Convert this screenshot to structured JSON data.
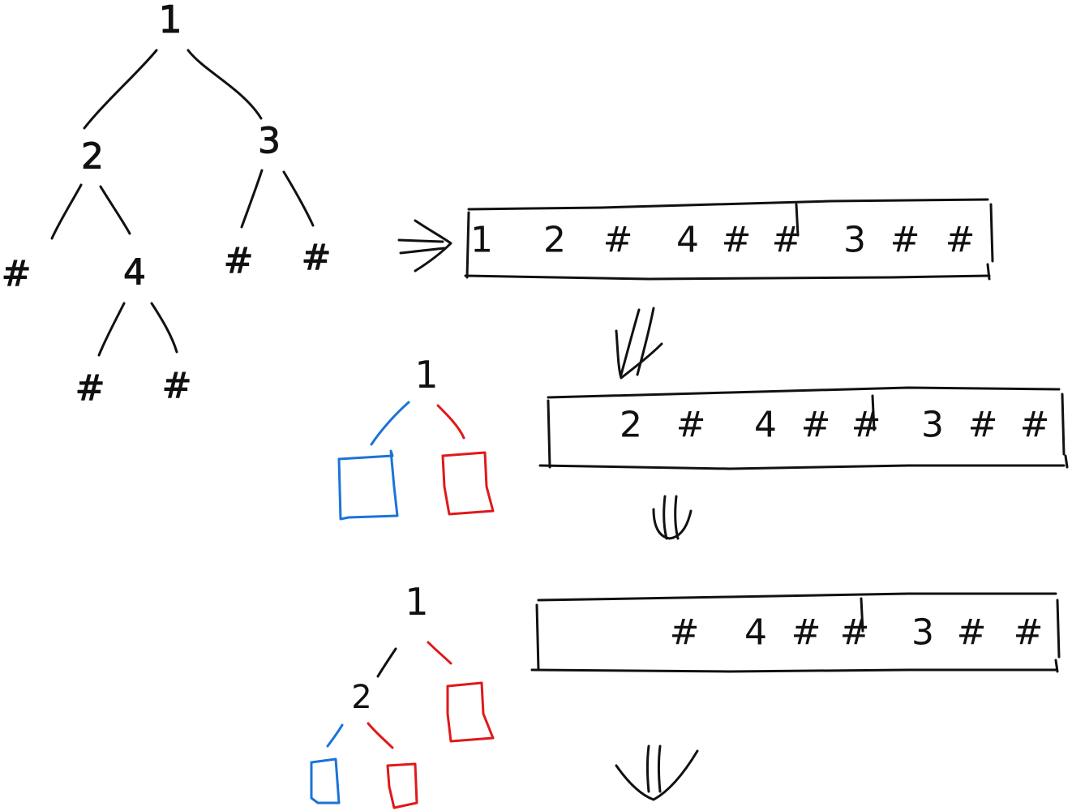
{
  "colors": {
    "ink": "#111111",
    "left_subtree": "#1a74d9",
    "right_subtree": "#e0191b"
  },
  "tree": {
    "root": "1",
    "left": "2",
    "right": "3",
    "left_left": "#",
    "left_right": "4",
    "right_left": "#",
    "right_right": "#",
    "four_left": "#",
    "four_right": "#"
  },
  "serialized_full": [
    "1",
    "2",
    "#",
    "4",
    "#",
    "#",
    "3",
    "#",
    "#"
  ],
  "serialized_step1": [
    "2",
    "#",
    "4",
    "#",
    "#",
    "3",
    "#",
    "#"
  ],
  "serialized_step2": [
    "#",
    "4",
    "#",
    "#",
    "3",
    "#",
    "#"
  ],
  "partial_tree_1": {
    "root": "1"
  },
  "partial_tree_2": {
    "root": "1",
    "left": "2"
  },
  "icons": {
    "serialize_arrow": "double-right-arrow-icon",
    "step_arrow": "double-down-arrow-icon"
  }
}
